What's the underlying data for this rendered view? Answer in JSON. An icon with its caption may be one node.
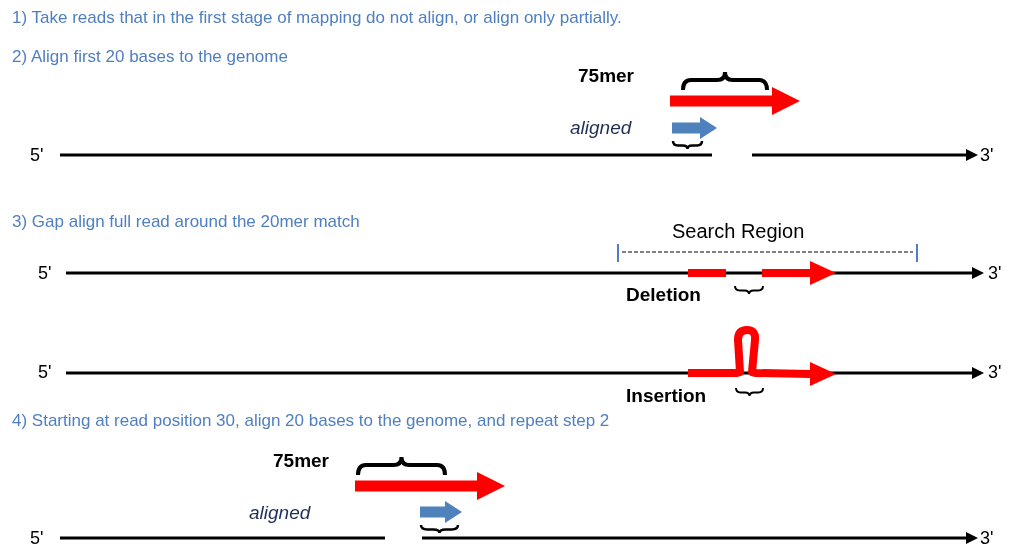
{
  "diagram": {
    "labels": [
      "1) Take reads that in the first stage of mapping do not align, or align only partially.",
      "2) Align first 20 bases to the genome",
      "75mer",
      "aligned",
      "5'",
      "3'",
      "3) Gap align full read around the 20mer match",
      "Search Region",
      "5'",
      "3'",
      "Deletion",
      "5'",
      "3'",
      "Insertion",
      "4) Starting at read position 30, align 20 bases to the genome, and repeat step 2",
      "75mer",
      "aligned",
      "5'",
      "3'"
    ]
  }
}
